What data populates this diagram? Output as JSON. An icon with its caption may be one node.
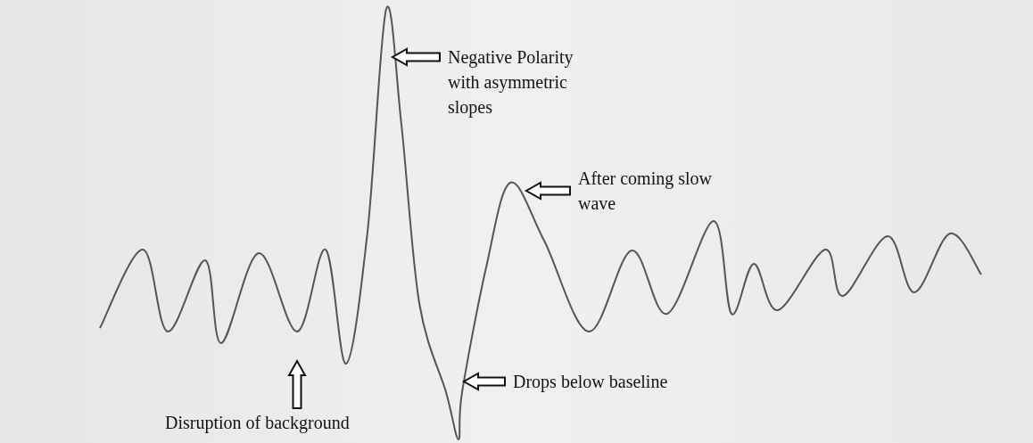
{
  "diagram": {
    "nodes": [
      {
        "text": [
          "Negative Polarity with asymmetric slopes"
        ]
      },
      {
        "text": [
          "After coming slow wave"
        ]
      },
      {
        "text": [
          "Drops below baseline"
        ]
      },
      {
        "text": [
          "Disruption of background"
        ]
      }
    ],
    "edges": [
      {
        "from": 0,
        "to": null,
        "arrow": "to"
      },
      {
        "from": 1,
        "to": null,
        "arrow": "to"
      },
      {
        "from": 2,
        "to": null,
        "arrow": "to"
      },
      {
        "from": 3,
        "to": null,
        "arrow": "to"
      }
    ]
  }
}
